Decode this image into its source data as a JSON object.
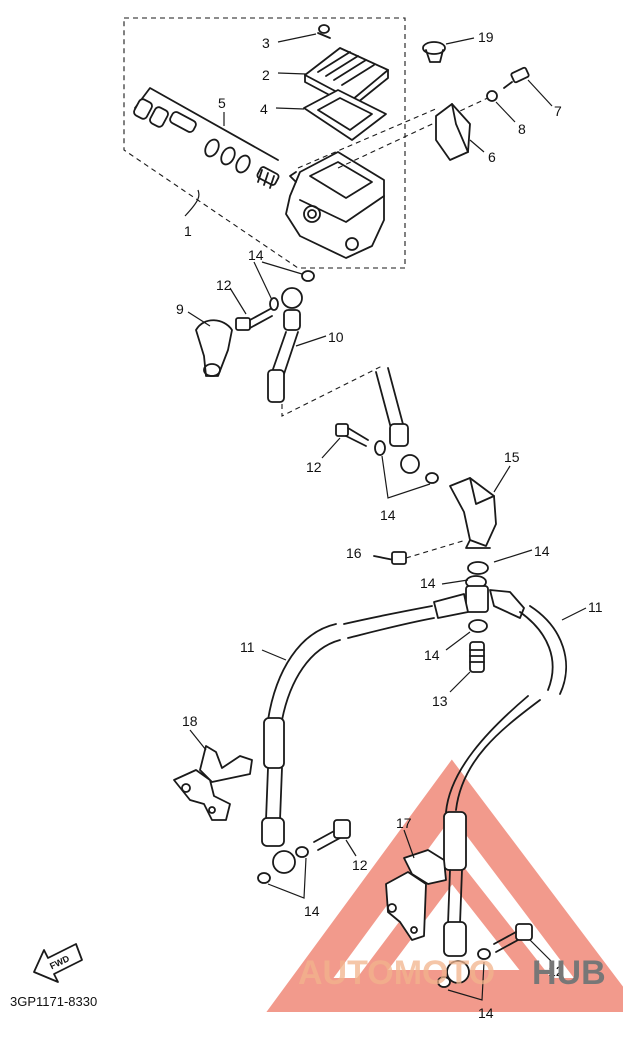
{
  "diagram": {
    "part_labels": {
      "p1": "1",
      "p2": "2",
      "p3": "3",
      "p4": "4",
      "p5": "5",
      "p6": "6",
      "p7": "7",
      "p8": "8",
      "p9": "9",
      "p10": "10",
      "p11a": "11",
      "p11b": "11",
      "p12a": "12",
      "p12b": "12",
      "p12c": "12",
      "p12d": "12",
      "p13": "13",
      "p14a": "14",
      "p14b": "14",
      "p14c": "14",
      "p14d": "14",
      "p14e": "14",
      "p14f": "14",
      "p14g": "14",
      "p15": "15",
      "p16": "16",
      "p17": "17",
      "p18": "18",
      "p19": "19"
    },
    "fwd_label": "FWD",
    "drawing_code": "3GP1171-8330"
  },
  "watermark": {
    "text_part1": "AUTOMOTO",
    "text_part2": "HUB",
    "color_primary": "#e8492f",
    "color_secondary": "#777777"
  }
}
